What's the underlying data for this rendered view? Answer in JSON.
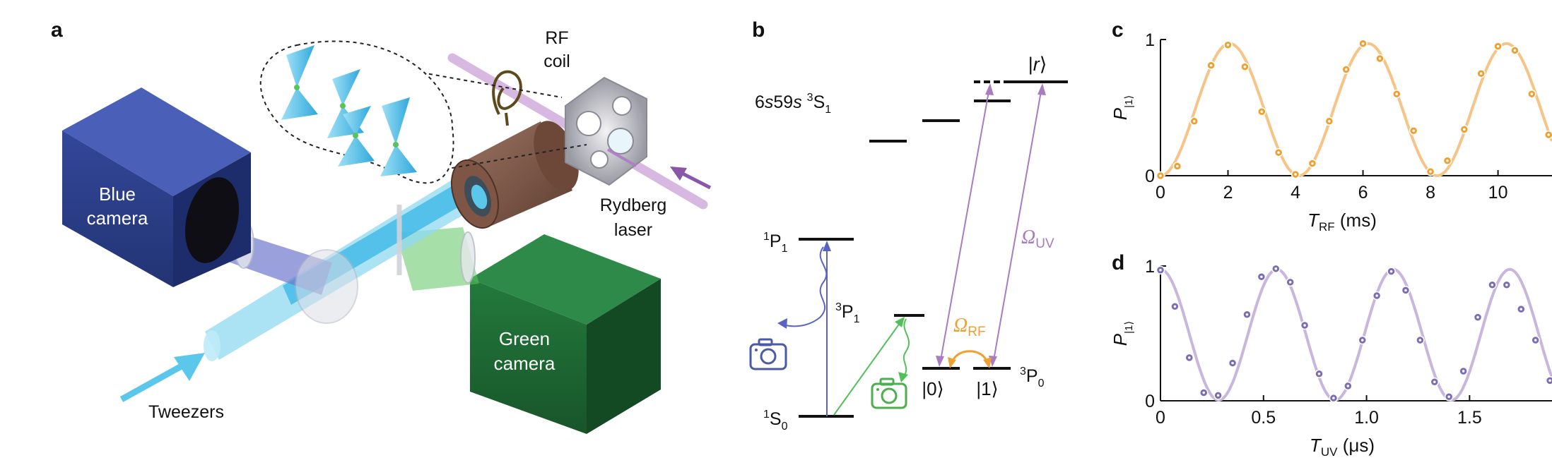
{
  "panels": {
    "a": "a",
    "b": "b",
    "c": "c",
    "d": "d"
  },
  "panel_a": {
    "blue_camera": [
      "Blue",
      "camera"
    ],
    "green_camera": [
      "Green",
      "camera"
    ],
    "rf_coil": [
      "RF",
      "coil"
    ],
    "rydberg_laser": [
      "Rydberg",
      "laser"
    ],
    "tweezers": "Tweezers"
  },
  "panel_b": {
    "state_6s59s": {
      "pre": "6",
      "s1": "s",
      "mid": "59",
      "s2": "s",
      "sup": "3",
      "base": "S",
      "sub": "1"
    },
    "state_1P1": {
      "sup": "1",
      "base": "P",
      "sub": "1"
    },
    "state_3P1": {
      "sup": "3",
      "base": "P",
      "sub": "1"
    },
    "state_1S0": {
      "sup": "1",
      "base": "S",
      "sub": "0"
    },
    "state_3P0": {
      "sup": "3",
      "base": "P",
      "sub": "0"
    },
    "ket_0": "|0⟩",
    "ket_1": "|1⟩",
    "ket_r": {
      "l": "|",
      "r": "r",
      "c": "⟩"
    },
    "omega_uv": {
      "sym": "Ω",
      "sub": "UV"
    },
    "omega_rf": {
      "sym": "Ω",
      "sub": "RF"
    }
  },
  "colors": {
    "blue_camera": "#2d3f8e",
    "green_camera": "#1e6e35",
    "lens_brown": "#7a5443",
    "tweezer_cyan": "#5bc7ea",
    "blue_beam": "#5a63c5",
    "green_beam": "#52c05a",
    "rydberg": "#c9a2d6",
    "omega_uv": "#a97bc0",
    "omega_rf": "#f0a030",
    "camera_blue_icon": "#4a5aa8",
    "camera_green_icon": "#4cae4c",
    "orange_series": "#f0a030",
    "purple_series": "#7c6bb5"
  },
  "icons": [
    "camera-icon-blue",
    "camera-icon-green",
    "arrow-tweezers",
    "arrow-rydberg"
  ],
  "chart_data": [
    {
      "type": "scatter",
      "panel": "c",
      "xlabel": {
        "sym": "T",
        "sub": "RF",
        "unit": " (ms)"
      },
      "ylabel": {
        "sym": "P",
        "sub": "|1⟩"
      },
      "xlim": [
        0,
        11.6
      ],
      "ylim": [
        0,
        1
      ],
      "xticks": [
        0,
        2,
        4,
        6,
        8,
        10
      ],
      "yticks": [
        0,
        1
      ],
      "fit_period": 4.1,
      "x": [
        0,
        0.5,
        1.0,
        1.5,
        2.0,
        2.5,
        3.0,
        3.5,
        4.0,
        4.5,
        5.0,
        5.5,
        6.0,
        6.5,
        7.0,
        7.5,
        8.0,
        8.5,
        9.0,
        9.5,
        10.0,
        10.5,
        11.0,
        11.5
      ],
      "y": [
        0.0,
        0.07,
        0.4,
        0.81,
        0.96,
        0.8,
        0.47,
        0.17,
        0.01,
        0.09,
        0.4,
        0.78,
        0.97,
        0.86,
        0.6,
        0.33,
        0.03,
        0.11,
        0.34,
        0.75,
        0.95,
        0.92,
        0.6,
        0.3
      ]
    },
    {
      "type": "scatter",
      "panel": "d",
      "xlabel": {
        "sym": "T",
        "sub": "UV",
        "unit": " (μs)"
      },
      "ylabel": {
        "sym": "P",
        "sub": "|1⟩"
      },
      "xlim": [
        0,
        1.9
      ],
      "ylim": [
        0,
        1
      ],
      "xticks": [
        0,
        0.5,
        1.0,
        1.5
      ],
      "xticklabels": [
        "0",
        "0.5",
        "1.0",
        "1.5"
      ],
      "yticks": [
        0,
        1
      ],
      "fit_period": 0.565,
      "x": [
        0,
        0.07,
        0.14,
        0.21,
        0.28,
        0.35,
        0.42,
        0.49,
        0.56,
        0.63,
        0.7,
        0.77,
        0.84,
        0.91,
        0.98,
        1.05,
        1.12,
        1.19,
        1.26,
        1.33,
        1.4,
        1.47,
        1.54,
        1.61,
        1.68,
        1.75,
        1.82,
        1.89
      ],
      "y": [
        0.97,
        0.7,
        0.32,
        0.06,
        0.04,
        0.28,
        0.64,
        0.92,
        0.98,
        0.88,
        0.56,
        0.2,
        0.02,
        0.11,
        0.45,
        0.78,
        0.96,
        0.82,
        0.45,
        0.14,
        0.03,
        0.22,
        0.62,
        0.86,
        0.86,
        0.68,
        0.45,
        0.15
      ]
    }
  ]
}
